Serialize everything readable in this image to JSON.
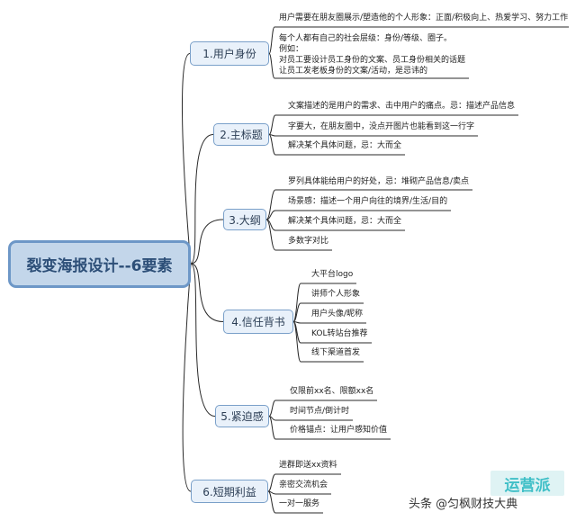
{
  "root": {
    "title": "裂变海报设计--6要素"
  },
  "branches": [
    {
      "label": "1.用户身份",
      "leaves": [
        [
          "用户需要在朋友圈展示/塑造他的个人形象：正面/积极向上、热爱学习、努力工作"
        ],
        [
          "每个人都有自己的社会层级：身份/等级、圈子。",
          "例如：",
          "对员工要设计员工身份的文案、员工身份相关的话题",
          "让员工发老板身份的文案/活动，是忌讳的"
        ]
      ]
    },
    {
      "label": "2.主标题",
      "leaves": [
        [
          "文案描述的是用户的需求、击中用户的痛点。忌：描述产品信息"
        ],
        [
          "字要大，在朋友圈中，没点开图片也能看到这一行字"
        ],
        [
          "解决某个具体问题，忌：大而全"
        ]
      ]
    },
    {
      "label": "3.大纲",
      "leaves": [
        [
          "罗列具体能给用户的好处，忌：堆砌产品信息/卖点"
        ],
        [
          "场景感：描述一个用户向往的境界/生活/目的"
        ],
        [
          "解决某个具体问题，忌：大而全"
        ],
        [
          "多数字对比"
        ]
      ]
    },
    {
      "label": "4.信任背书",
      "leaves": [
        [
          "大平台logo"
        ],
        [
          "讲师个人形象"
        ],
        [
          "用户头像/昵称"
        ],
        [
          "KOL转站台推荐"
        ],
        [
          "线下渠道首发"
        ]
      ]
    },
    {
      "label": "5.紧迫感",
      "leaves": [
        [
          "仅限前xx名、限额xx名"
        ],
        [
          "时间节点/倒计时"
        ],
        [
          "价格锚点：让用户感知价值"
        ]
      ]
    },
    {
      "label": "6.短期利益",
      "leaves": [
        [
          "进群即送xx资料"
        ],
        [
          "亲密交流机会"
        ],
        [
          "一对一服务"
        ]
      ]
    }
  ],
  "watermark": "运营派",
  "credit": "头条 @匀枫财技大典"
}
